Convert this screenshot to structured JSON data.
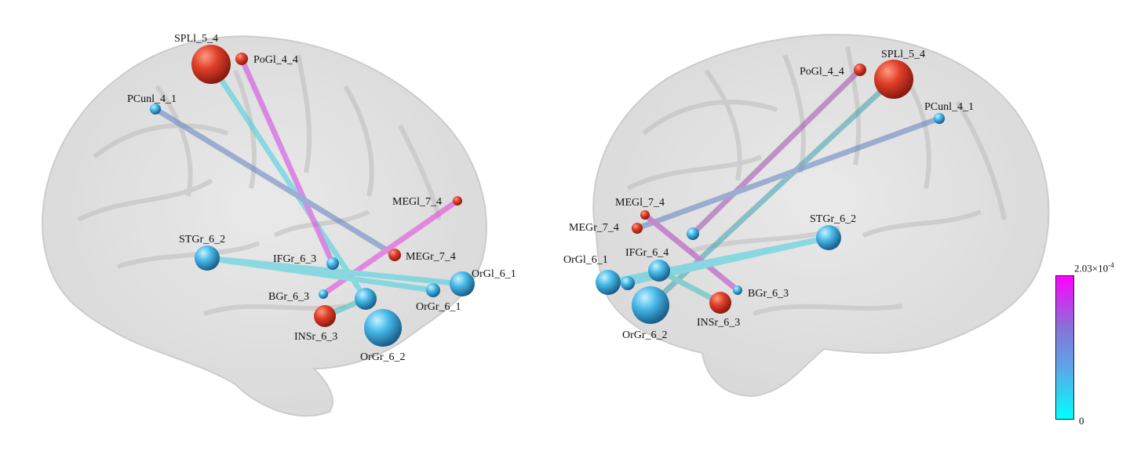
{
  "colorbar": {
    "max_label_base": "2.03×10",
    "max_label_exp": "-4",
    "min_label": "0",
    "colors": [
      "#00ffff",
      "#ff00ff"
    ]
  },
  "left_view": {
    "nodes": [
      {
        "label": "SPLl_5_4",
        "color": "red"
      },
      {
        "label": "PoGl_4_4",
        "color": "red"
      },
      {
        "label": "PCunl_4_1",
        "color": "blue"
      },
      {
        "label": "MEGl_7_4",
        "color": "red"
      },
      {
        "label": "STGr_6_2",
        "color": "blue"
      },
      {
        "label": "IFGr_6_3",
        "color": "blue"
      },
      {
        "label": "MEGr_7_4",
        "color": "red"
      },
      {
        "label": "OrGl_6_1",
        "color": "blue"
      },
      {
        "label": "BGr_6_3",
        "color": "blue"
      },
      {
        "label": "OrGr_6_1",
        "color": "blue"
      },
      {
        "label": "INSr_6_3",
        "color": "red"
      },
      {
        "label": "OrGr_6_2",
        "color": "blue"
      }
    ]
  },
  "right_view": {
    "nodes": [
      {
        "label": "SPLl_5_4",
        "color": "red"
      },
      {
        "label": "PoGl_4_4",
        "color": "red"
      },
      {
        "label": "PCunl_4_1",
        "color": "blue"
      },
      {
        "label": "MEGl_7_4",
        "color": "red"
      },
      {
        "label": "MEGr_7_4",
        "color": "red"
      },
      {
        "label": "STGr_6_2",
        "color": "blue"
      },
      {
        "label": "IFGr_6_4",
        "color": "blue"
      },
      {
        "label": "OrGl_6_1",
        "color": "blue"
      },
      {
        "label": "BGr_6_3",
        "color": "blue"
      },
      {
        "label": "INSr_6_3",
        "color": "red"
      },
      {
        "label": "OrGr_6_2",
        "color": "blue"
      }
    ]
  }
}
